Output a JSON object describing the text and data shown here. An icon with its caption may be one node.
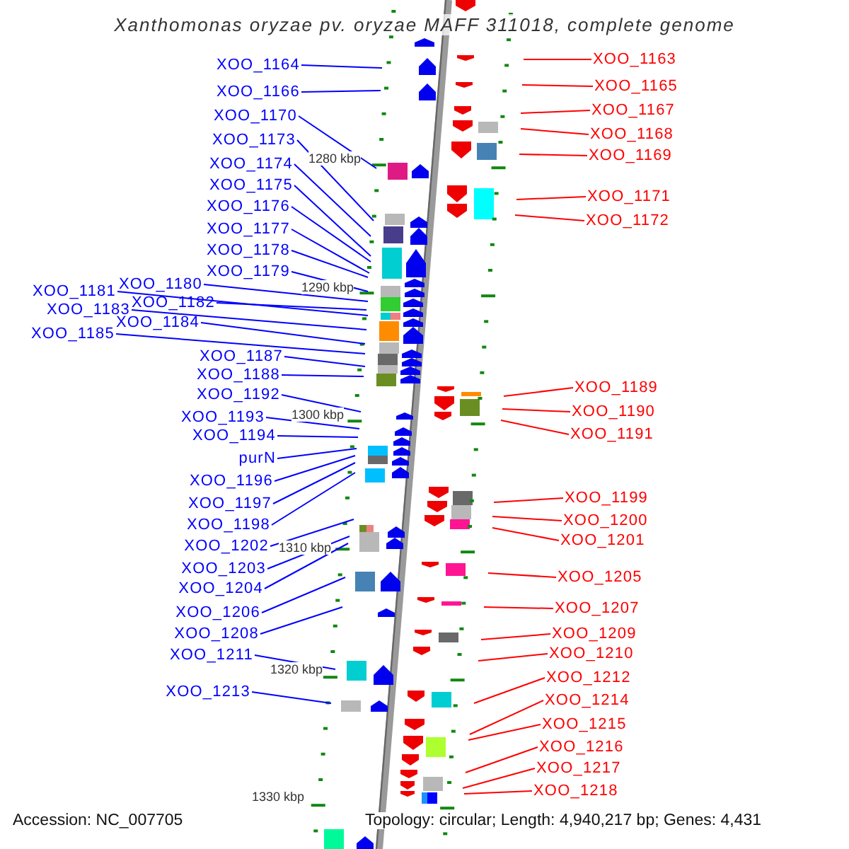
{
  "diagram": {
    "title": "Xanthomonas oryzae pv. oryzae MAFF 311018, complete genome",
    "nodes": [
      {
        "text": [
          "XOO_1164"
        ]
      },
      {
        "text": [
          "XOO_1166"
        ]
      },
      {
        "text": [
          "XOO_1170"
        ]
      },
      {
        "text": [
          "XOO_1173"
        ]
      },
      {
        "text": [
          "XOO_1174"
        ]
      },
      {
        "text": [
          "XOO_1175"
        ]
      },
      {
        "text": [
          "XOO_1176"
        ]
      },
      {
        "text": [
          "XOO_1177"
        ]
      },
      {
        "text": [
          "XOO_1178"
        ]
      },
      {
        "text": [
          "XOO_1179"
        ]
      },
      {
        "text": [
          "XOO_1180"
        ]
      },
      {
        "text": [
          "XOO_1181"
        ]
      },
      {
        "text": [
          "XOO_1182"
        ]
      },
      {
        "text": [
          "XOO_1183"
        ]
      },
      {
        "text": [
          "XOO_1184"
        ]
      },
      {
        "text": [
          "XOO_1185"
        ]
      },
      {
        "text": [
          "XOO_1187"
        ]
      },
      {
        "text": [
          "XOO_1188"
        ]
      },
      {
        "text": [
          "XOO_1192"
        ]
      },
      {
        "text": [
          "XOO_1193"
        ]
      },
      {
        "text": [
          "XOO_1194"
        ]
      },
      {
        "text": [
          "purN"
        ]
      },
      {
        "text": [
          "XOO_1196"
        ]
      },
      {
        "text": [
          "XOO_1197"
        ]
      },
      {
        "text": [
          "XOO_1198"
        ]
      },
      {
        "text": [
          "XOO_1202"
        ]
      },
      {
        "text": [
          "XOO_1203"
        ]
      },
      {
        "text": [
          "XOO_1204"
        ]
      },
      {
        "text": [
          "XOO_1206"
        ]
      },
      {
        "text": [
          "XOO_1208"
        ]
      },
      {
        "text": [
          "XOO_1211"
        ]
      },
      {
        "text": [
          "XOO_1213"
        ]
      },
      {
        "text": [
          "XOO_1163"
        ]
      },
      {
        "text": [
          "XOO_1165"
        ]
      },
      {
        "text": [
          "XOO_1167"
        ]
      },
      {
        "text": [
          "XOO_1168"
        ]
      },
      {
        "text": [
          "XOO_1169"
        ]
      },
      {
        "text": [
          "XOO_1171"
        ]
      },
      {
        "text": [
          "XOO_1172"
        ]
      },
      {
        "text": [
          "XOO_1189"
        ]
      },
      {
        "text": [
          "XOO_1190"
        ]
      },
      {
        "text": [
          "XOO_1191"
        ]
      },
      {
        "text": [
          "XOO_1199"
        ]
      },
      {
        "text": [
          "XOO_1200"
        ]
      },
      {
        "text": [
          "XOO_1201"
        ]
      },
      {
        "text": [
          "XOO_1205"
        ]
      },
      {
        "text": [
          "XOO_1207"
        ]
      },
      {
        "text": [
          "XOO_1209"
        ]
      },
      {
        "text": [
          "XOO_1210"
        ]
      },
      {
        "text": [
          "XOO_1212"
        ]
      },
      {
        "text": [
          "XOO_1214"
        ]
      },
      {
        "text": [
          "XOO_1215"
        ]
      },
      {
        "text": [
          "XOO_1216"
        ]
      },
      {
        "text": [
          "XOO_1217"
        ]
      },
      {
        "text": [
          "XOO_1218"
        ]
      }
    ],
    "edges": [
      {
        "from": 0,
        "to": null,
        "arrow": "none"
      },
      {
        "from": 1,
        "to": null,
        "arrow": "none"
      },
      {
        "from": 2,
        "to": null,
        "arrow": "none"
      },
      {
        "from": 3,
        "to": null,
        "arrow": "none"
      },
      {
        "from": 4,
        "to": null,
        "arrow": "none"
      },
      {
        "from": 5,
        "to": null,
        "arrow": "none"
      },
      {
        "from": 6,
        "to": null,
        "arrow": "none"
      },
      {
        "from": 7,
        "to": null,
        "arrow": "none"
      },
      {
        "from": 8,
        "to": null,
        "arrow": "none"
      },
      {
        "from": 9,
        "to": null,
        "arrow": "none"
      },
      {
        "from": 10,
        "to": null,
        "arrow": "none"
      },
      {
        "from": 11,
        "to": null,
        "arrow": "none"
      },
      {
        "from": 12,
        "to": null,
        "arrow": "none"
      },
      {
        "from": 13,
        "to": null,
        "arrow": "none"
      },
      {
        "from": 14,
        "to": null,
        "arrow": "none"
      },
      {
        "from": 15,
        "to": null,
        "arrow": "none"
      },
      {
        "from": 16,
        "to": null,
        "arrow": "none"
      },
      {
        "from": 17,
        "to": null,
        "arrow": "none"
      },
      {
        "from": 18,
        "to": null,
        "arrow": "none"
      },
      {
        "from": 19,
        "to": null,
        "arrow": "none"
      },
      {
        "from": 20,
        "to": null,
        "arrow": "none"
      },
      {
        "from": 21,
        "to": null,
        "arrow": "none"
      },
      {
        "from": 22,
        "to": null,
        "arrow": "none"
      },
      {
        "from": 23,
        "to": null,
        "arrow": "none"
      },
      {
        "from": 24,
        "to": null,
        "arrow": "none"
      },
      {
        "from": 25,
        "to": null,
        "arrow": "none"
      },
      {
        "from": 26,
        "to": null,
        "arrow": "none"
      },
      {
        "from": 27,
        "to": null,
        "arrow": "none"
      },
      {
        "from": 28,
        "to": null,
        "arrow": "none"
      },
      {
        "from": 29,
        "to": null,
        "arrow": "none"
      },
      {
        "from": 30,
        "to": null,
        "arrow": "none"
      },
      {
        "from": 31,
        "to": null,
        "arrow": "none"
      },
      {
        "from": 32,
        "to": null,
        "arrow": "none",
        "color": "#ff0000"
      },
      {
        "from": 33,
        "to": null,
        "arrow": "none",
        "color": "#ff0000"
      },
      {
        "from": 34,
        "to": null,
        "arrow": "none",
        "color": "#ff0000"
      },
      {
        "from": 35,
        "to": null,
        "arrow": "none",
        "color": "#ff0000"
      },
      {
        "from": 36,
        "to": null,
        "arrow": "none",
        "color": "#ff0000"
      },
      {
        "from": 37,
        "to": null,
        "arrow": "none",
        "color": "#ff0000"
      },
      {
        "from": 38,
        "to": null,
        "arrow": "none",
        "color": "#ff0000"
      },
      {
        "from": 39,
        "to": null,
        "arrow": "none",
        "color": "#ff0000"
      },
      {
        "from": 40,
        "to": null,
        "arrow": "none",
        "color": "#ff0000"
      },
      {
        "from": 41,
        "to": null,
        "arrow": "none",
        "color": "#ff0000"
      },
      {
        "from": 42,
        "to": null,
        "arrow": "none",
        "color": "#ff0000"
      },
      {
        "from": 43,
        "to": null,
        "arrow": "none",
        "color": "#ff0000"
      },
      {
        "from": 44,
        "to": null,
        "arrow": "none",
        "color": "#ff0000"
      },
      {
        "from": 45,
        "to": null,
        "arrow": "none",
        "color": "#ff0000"
      },
      {
        "from": 46,
        "to": null,
        "arrow": "none",
        "color": "#ff0000"
      },
      {
        "from": 47,
        "to": null,
        "arrow": "none",
        "color": "#ff0000"
      },
      {
        "from": 48,
        "to": null,
        "arrow": "none",
        "color": "#ff0000"
      },
      {
        "from": 49,
        "to": null,
        "arrow": "none",
        "color": "#ff0000"
      },
      {
        "from": 50,
        "to": null,
        "arrow": "none",
        "color": "#ff0000"
      },
      {
        "from": 51,
        "to": null,
        "arrow": "none",
        "color": "#ff0000"
      },
      {
        "from": 52,
        "to": null,
        "arrow": "none",
        "color": "#ff0000"
      },
      {
        "from": 53,
        "to": null,
        "arrow": "none",
        "color": "#ff0000"
      },
      {
        "from": 54,
        "to": null,
        "arrow": "none",
        "color": "#ff0000"
      }
    ],
    "labels": [
      "1280 kbp",
      "1290 kbp",
      "1300 kbp",
      "1310 kbp",
      "1320 kbp",
      "1330 kbp",
      "Accession: NC_007705",
      "Topology: circular; Length: 4,940,217 bp; Genes: 4,431"
    ]
  }
}
